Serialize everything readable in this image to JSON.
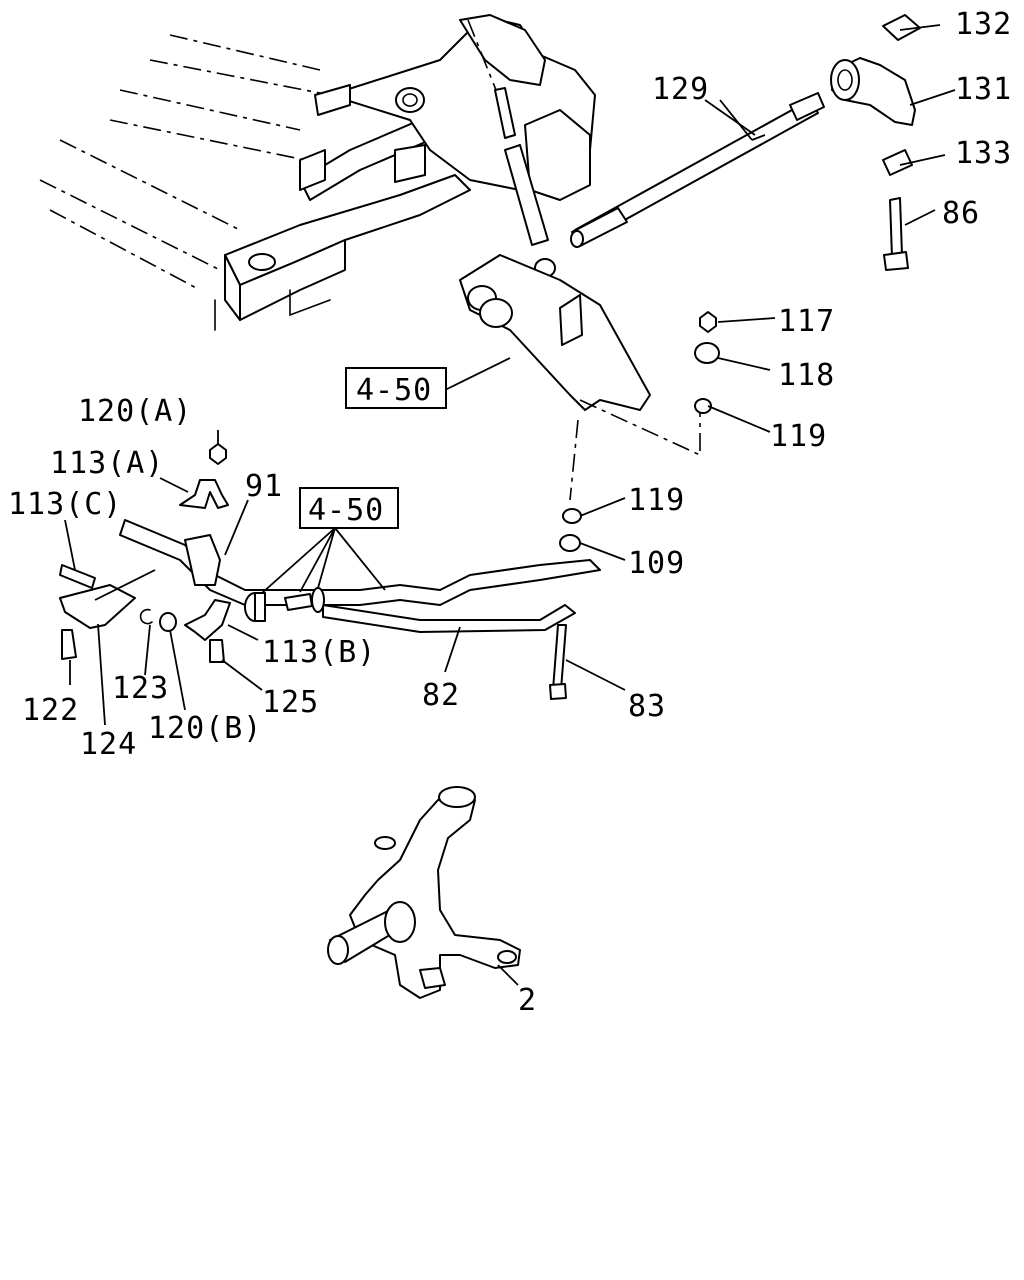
{
  "labels": {
    "p132": "132",
    "p129": "129",
    "p131": "131",
    "p133": "133",
    "p86": "86",
    "p117": "117",
    "p118": "118",
    "p119a": "119",
    "p119b": "119",
    "p109": "109",
    "p83": "83",
    "p82": "82",
    "p450a": "4-50",
    "p450b": "4-50",
    "p120a": "120(A)",
    "p113a": "113(A)",
    "p113c": "113(C)",
    "p91": "91",
    "p113b": "113(B)",
    "p122": "122",
    "p123": "123",
    "p124": "124",
    "p120b": "120(B)",
    "p125": "125",
    "p2": "2"
  }
}
